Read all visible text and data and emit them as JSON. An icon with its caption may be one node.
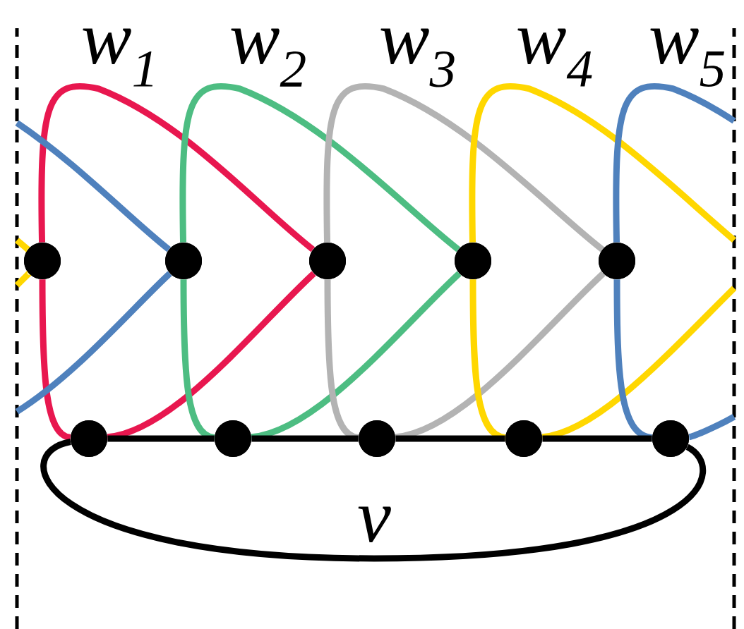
{
  "diagram": {
    "nodes": [
      {
        "text": [],
        "shape": "circle"
      },
      {
        "text": [],
        "shape": "circle"
      },
      {
        "text": [],
        "shape": "circle"
      },
      {
        "text": [],
        "shape": "circle"
      },
      {
        "text": [],
        "shape": "circle"
      },
      {
        "text": [],
        "shape": "circle"
      },
      {
        "text": [],
        "shape": "circle"
      },
      {
        "text": [],
        "shape": "circle"
      },
      {
        "text": [],
        "shape": "circle"
      },
      {
        "text": [],
        "shape": "circle"
      }
    ],
    "edges": [
      {
        "from": 5,
        "to": 0,
        "arrow": "none",
        "color": "#e8174f"
      },
      {
        "from": 0,
        "to": 2,
        "arrow": "none",
        "color": "#e8174f"
      },
      {
        "from": 2,
        "to": 5,
        "arrow": "none",
        "color": "#e8174f"
      },
      {
        "from": 6,
        "to": 1,
        "arrow": "none",
        "color": "#4dbd82"
      },
      {
        "from": 1,
        "to": 3,
        "arrow": "none",
        "color": "#4dbd82"
      },
      {
        "from": 3,
        "to": 6,
        "arrow": "none",
        "color": "#4dbd82"
      },
      {
        "from": 7,
        "to": 2,
        "arrow": "none",
        "color": "#b3b3b3"
      },
      {
        "from": 2,
        "to": 4,
        "arrow": "none",
        "color": "#b3b3b3"
      },
      {
        "from": 4,
        "to": 7,
        "arrow": "none",
        "color": "#b3b3b3"
      },
      {
        "from": 8,
        "to": 3,
        "arrow": "none",
        "color": "#ffd700"
      },
      {
        "from": 3,
        "to": null,
        "arrow": "none",
        "color": "#ffd700"
      },
      {
        "from": null,
        "to": 0,
        "arrow": "none",
        "color": "#ffd700"
      },
      {
        "from": 0,
        "to": null,
        "arrow": "none",
        "color": "#ffd700"
      },
      {
        "from": null,
        "to": 8,
        "arrow": "none",
        "color": "#ffd700"
      },
      {
        "from": 9,
        "to": 4,
        "arrow": "none",
        "color": "#4f81bd"
      },
      {
        "from": 4,
        "to": null,
        "arrow": "none",
        "color": "#4f81bd"
      },
      {
        "from": null,
        "to": 1,
        "arrow": "none",
        "color": "#4f81bd"
      },
      {
        "from": 1,
        "to": null,
        "arrow": "none",
        "color": "#4f81bd"
      },
      {
        "from": null,
        "to": 9,
        "arrow": "none",
        "color": "#4f81bd"
      },
      {
        "from": 5,
        "to": 6,
        "arrow": "none",
        "color": "#000000"
      },
      {
        "from": 6,
        "to": 7,
        "arrow": "none",
        "color": "#000000"
      },
      {
        "from": 7,
        "to": 8,
        "arrow": "none",
        "color": "#000000"
      },
      {
        "from": 8,
        "to": 9,
        "arrow": "none",
        "color": "#000000"
      },
      {
        "from": 5,
        "to": 9,
        "arrow": "none",
        "color": "#000000"
      }
    ],
    "labels": [
      "w$_{1}$",
      "w$_{2}$",
      "w$_{3}$",
      "w$_{4}$",
      "w$_{5}$",
      "v"
    ]
  }
}
